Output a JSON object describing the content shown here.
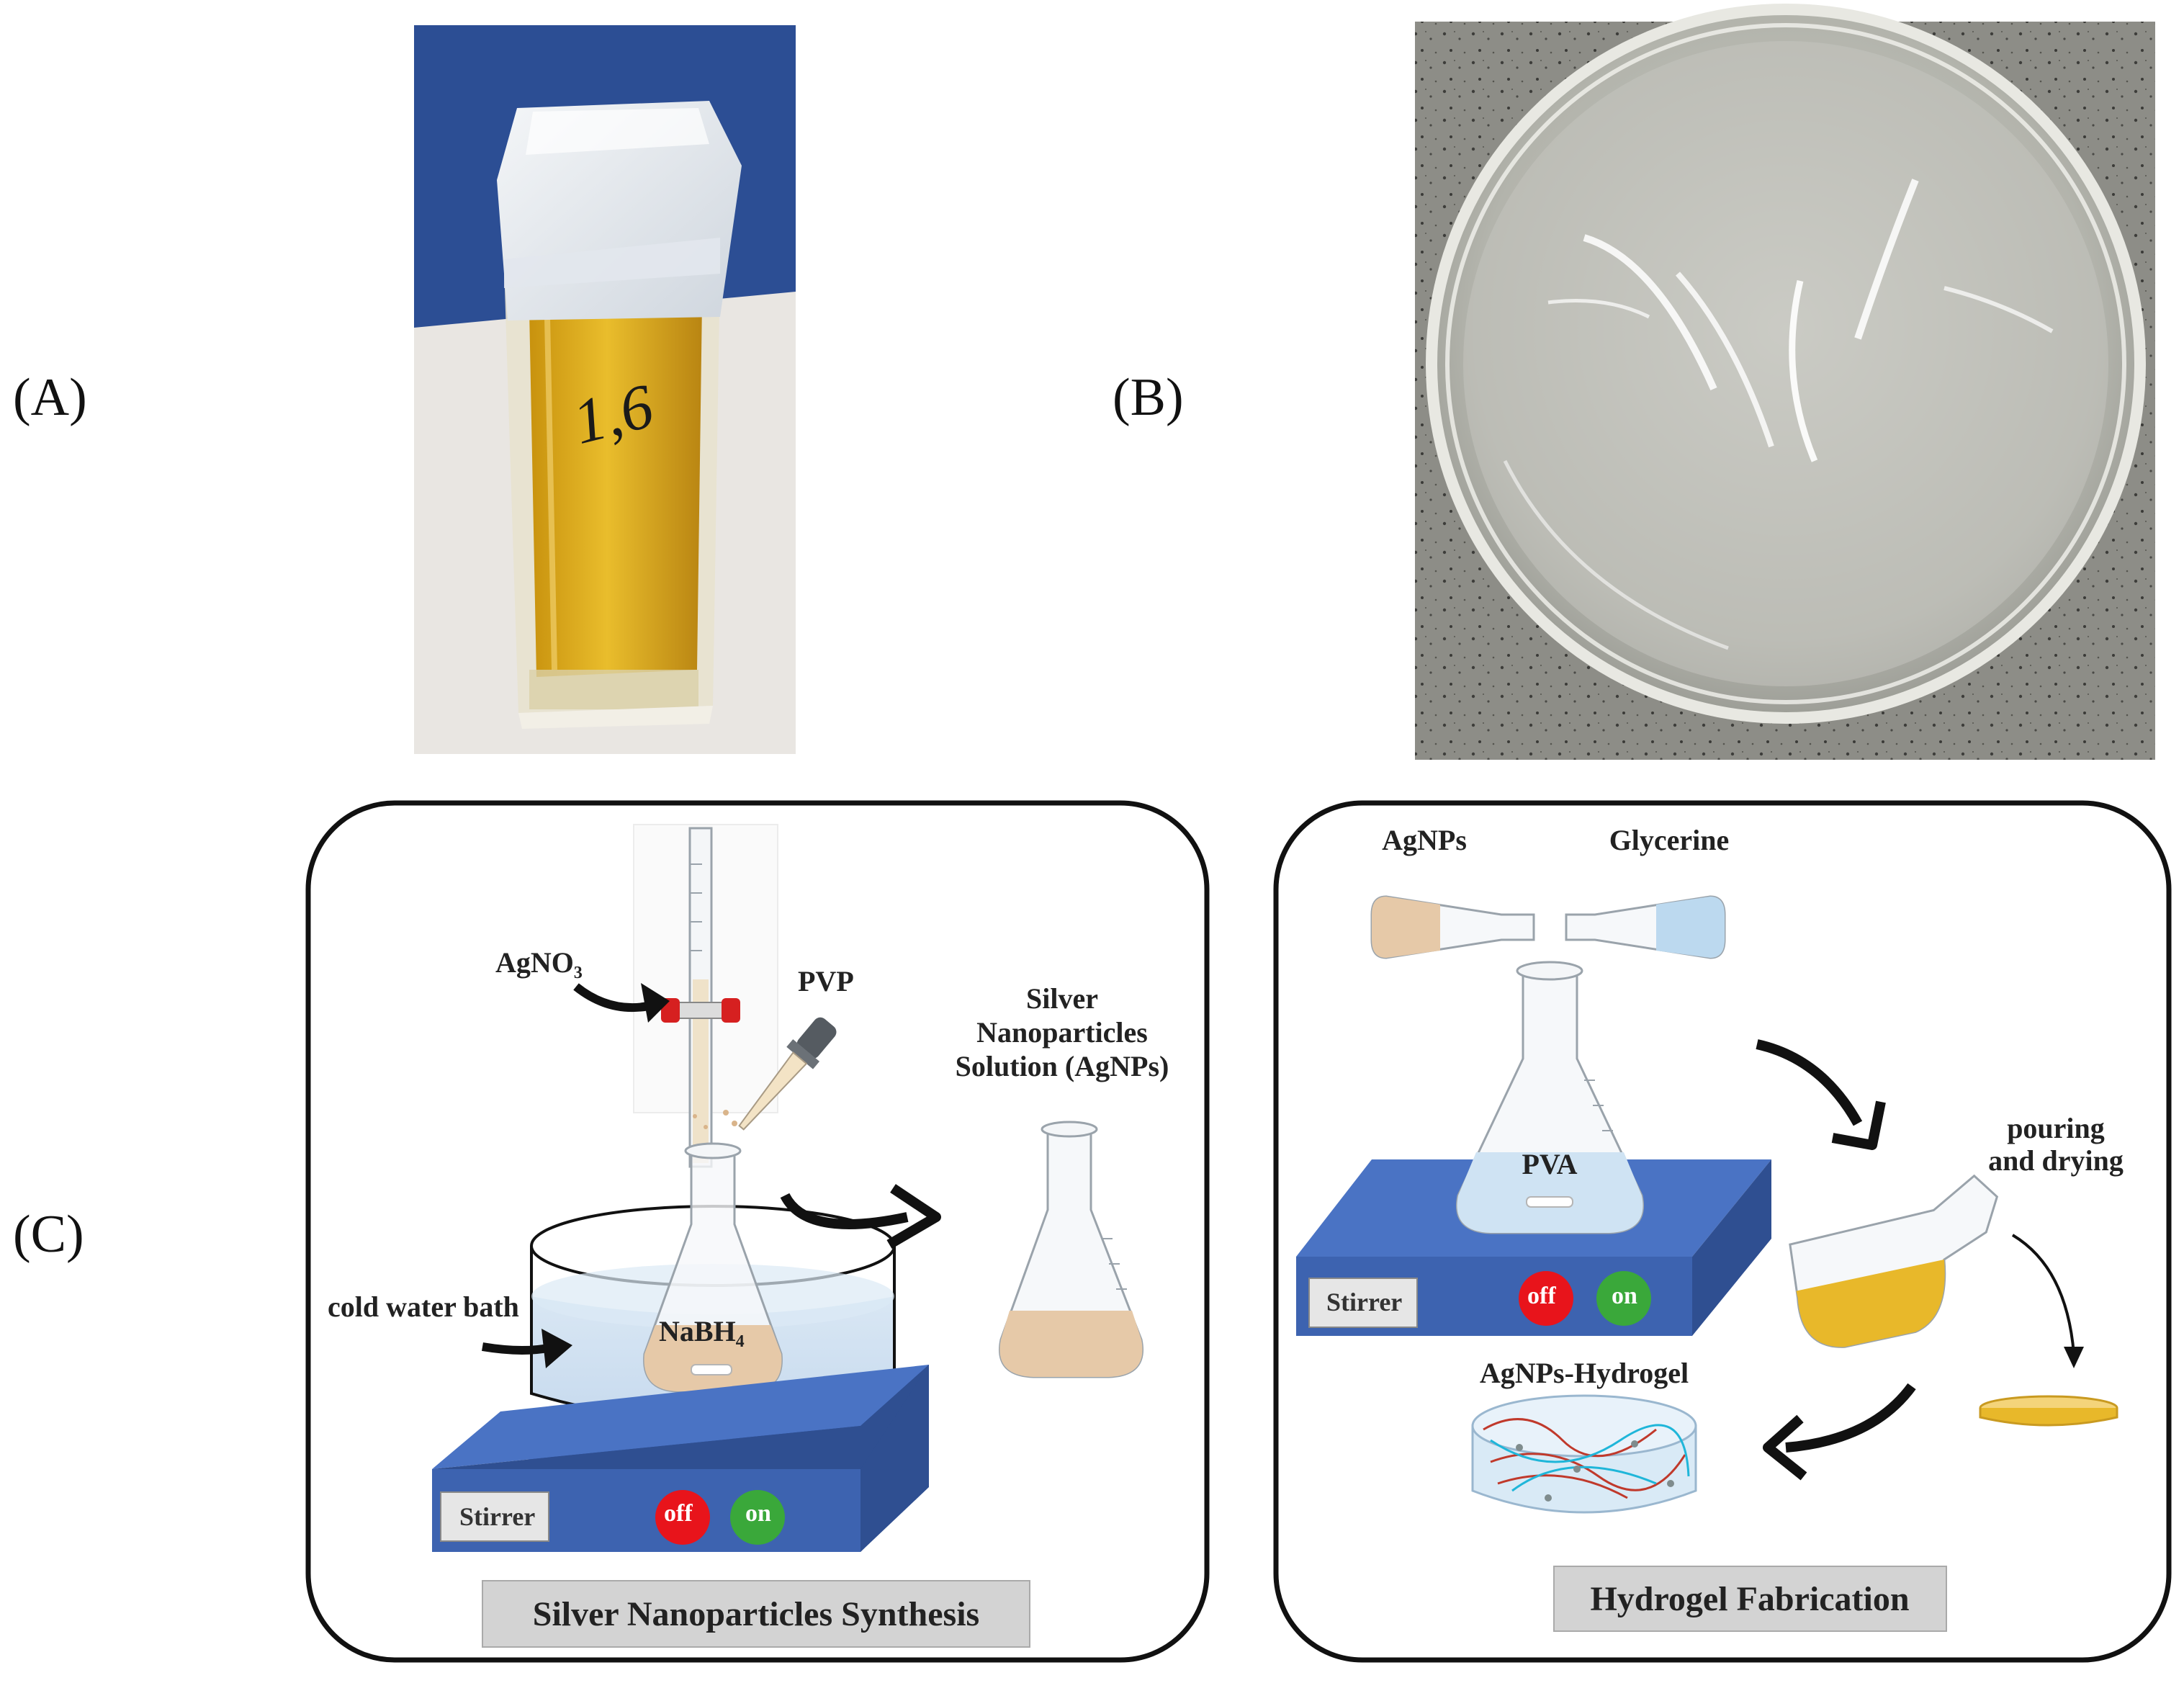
{
  "panels": {
    "a": {
      "label": "(A)",
      "photo_text": "1,6"
    },
    "b": {
      "label": "(B)"
    },
    "c": {
      "label": "(C)"
    }
  },
  "synthesis": {
    "reagent_burette": "AgNO₃",
    "reagent_dropper": "PVP",
    "bath_label": "cold water bath",
    "flask_content": "NaBH₄",
    "product_line1": "Silver",
    "product_line2": "Nanoparticles",
    "product_line3": "Solution (AgNPs)",
    "stirrer_label": "Stirrer",
    "off_label": "off",
    "on_label": "on",
    "caption": "Silver Nanoparticles Synthesis"
  },
  "fabrication": {
    "ingredient_1": "AgNPs",
    "ingredient_2": "Glycerine",
    "flask_content": "PVA",
    "step_label_1": "pouring",
    "step_label_2": "and drying",
    "product_label": "AgNPs-Hydrogel",
    "stirrer_label": "Stirrer",
    "off_label": "off",
    "on_label": "on",
    "caption": "Hydrogel Fabrication"
  },
  "colors": {
    "stirrer_top": "#4a73c4",
    "stirrer_front": "#3d63b0",
    "stirrer_side": "#2f4f91",
    "off_button": "#e8141b",
    "on_button": "#3aa83a",
    "silver_solution": "#e6c9a8",
    "glycerine": "#bcd9ef",
    "hydrogel_yellow": "#e8b82a",
    "water": "#cfe0f0",
    "caption_box": "#d3d3d3",
    "photo_a_background": "#2c4e94",
    "photo_b_background": "#8a8a84"
  }
}
